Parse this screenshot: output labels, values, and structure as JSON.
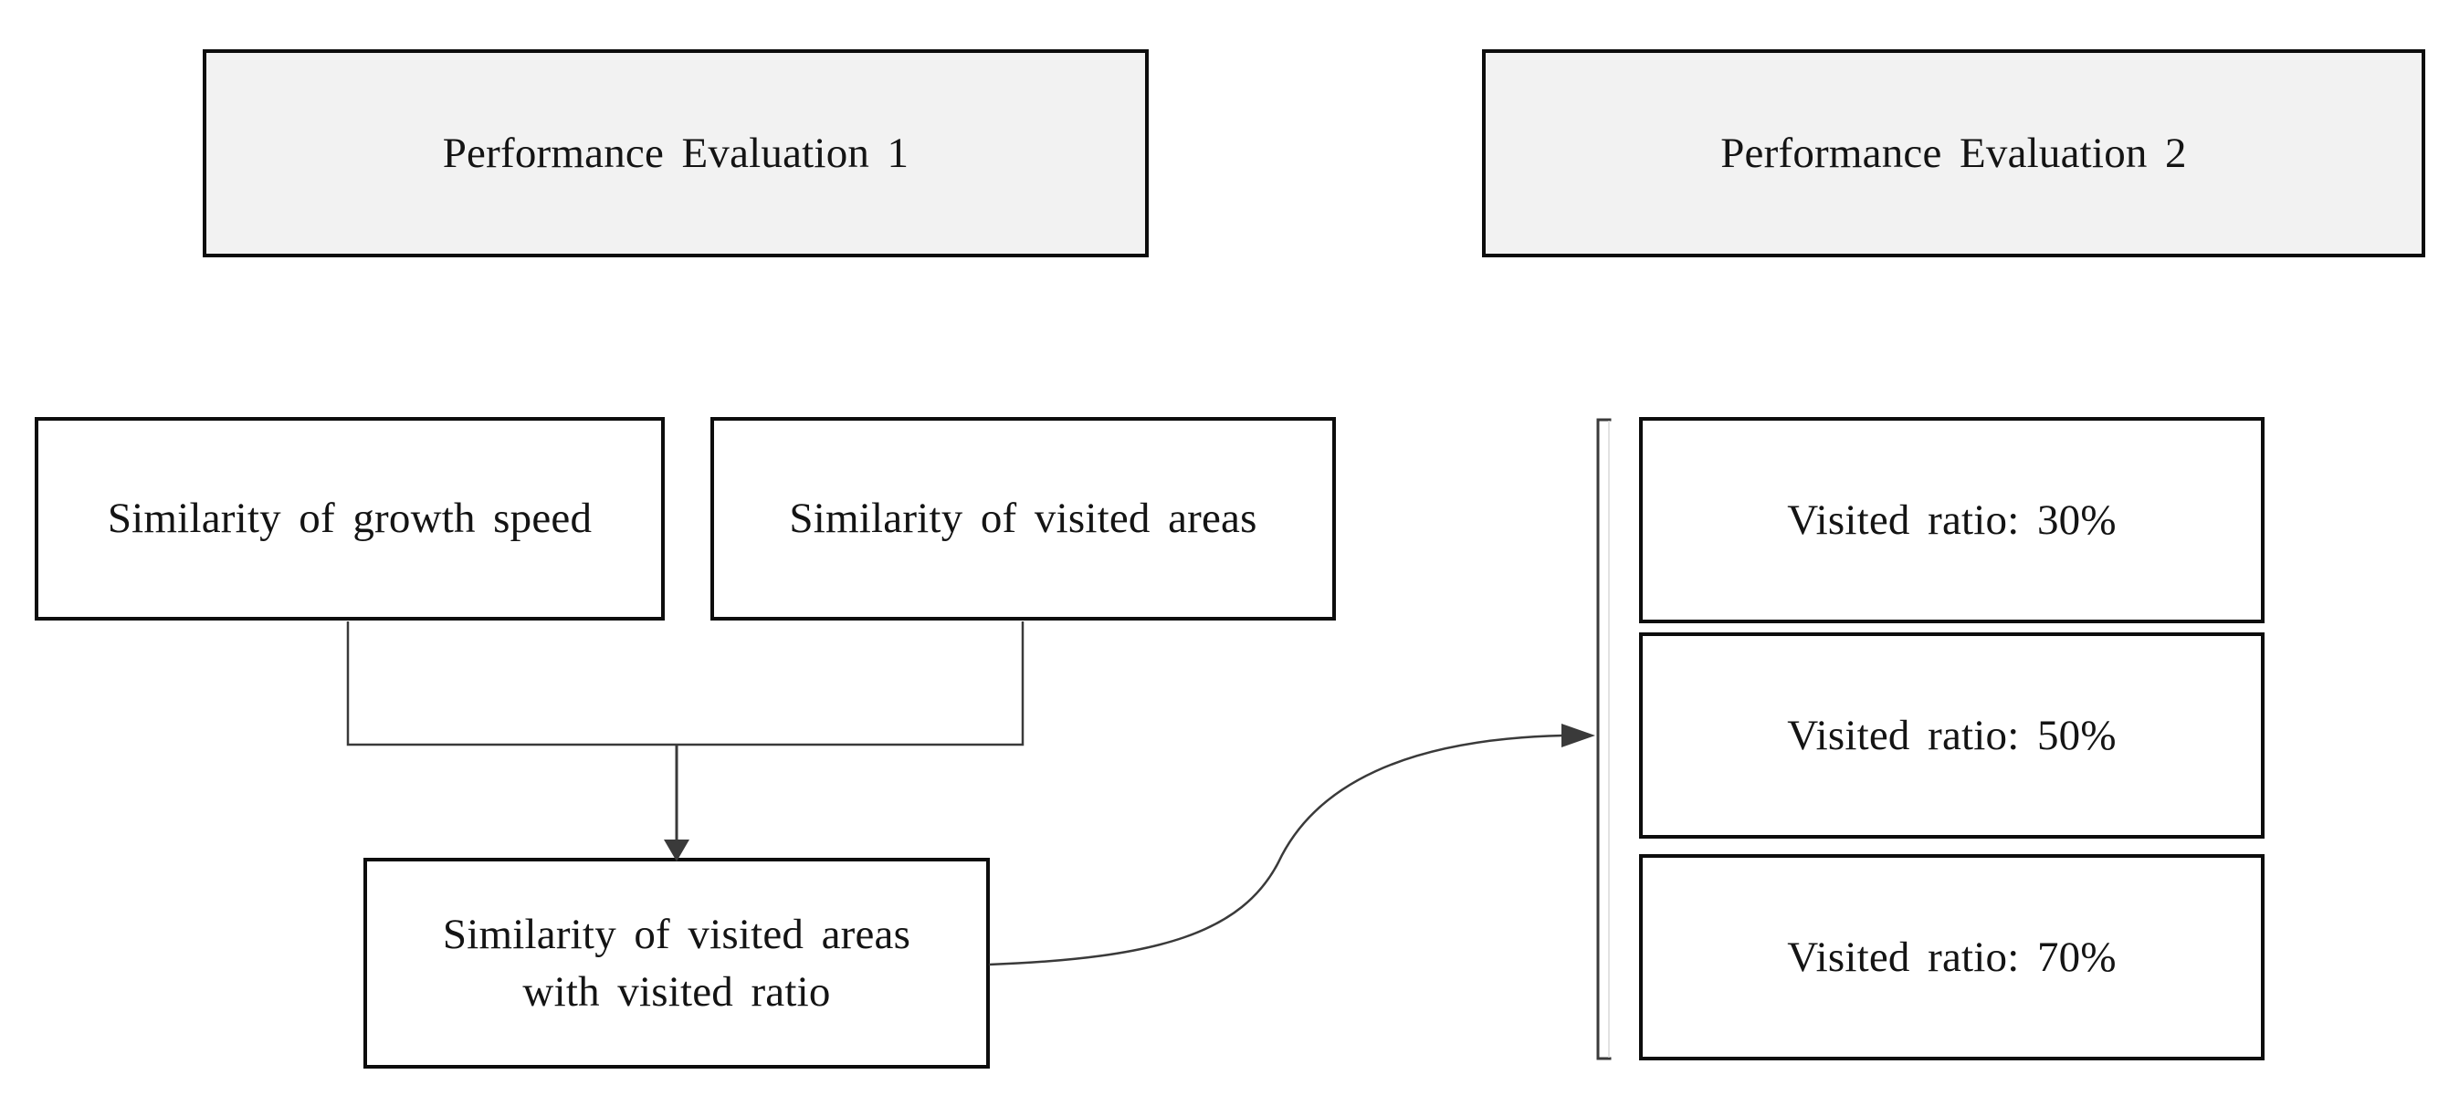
{
  "diagram": {
    "title_boxes": {
      "pe1": "Performance Evaluation 1",
      "pe2": "Performance Evaluation 2"
    },
    "evaluation1": {
      "input1": "Similarity of growth speed",
      "input2": "Similarity of visited areas",
      "result_line1": "Similarity of visited areas",
      "result_line2": "with visited ratio"
    },
    "evaluation2": {
      "ratio_boxes": [
        {
          "label": "Visited ratio: 30%"
        },
        {
          "label": "Visited ratio: 50%"
        },
        {
          "label": "Visited ratio: 70%"
        }
      ]
    },
    "colors": {
      "header_fill": "#f2f2f2",
      "box_fill": "#ffffff",
      "border": "#0d0d0d",
      "line": "#3a3a3a",
      "text": "#141414"
    }
  }
}
